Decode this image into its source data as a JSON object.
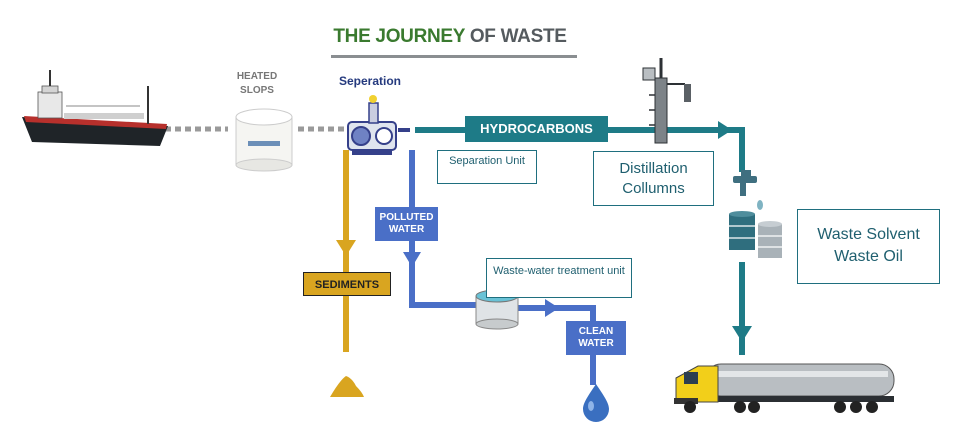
{
  "title": {
    "part1": "THE JOURNEY",
    "part2": "OF WASTE"
  },
  "labels": {
    "heated_slops": "HEATED SLOPS",
    "seperation": "Seperation",
    "hydrocarbons": "HYDROCARBONS",
    "separation_unit": "Separation Unit",
    "distillation_collumns": "Distillation Collumns",
    "polluted_water": "POLLUTED WATER",
    "sediments": "SEDIMENTS",
    "wastewater_treatment_unit": "Waste-water treatment unit",
    "clean_water": "CLEAN WATER",
    "waste_solvent": "Waste Solvent",
    "waste_oil": "Waste Oil"
  },
  "colors": {
    "title_green": "#3a7a2f",
    "title_gray": "#555b5f",
    "hydrocarbon_teal": "#1e7b87",
    "water_blue": "#4a6fc7",
    "sediment_yellow": "#d9a520",
    "dotted_gray": "#9a9a9a"
  },
  "icons": [
    "ship-icon",
    "tank-icon",
    "separator-icon",
    "distillation-column-icon",
    "tap-icon",
    "barrels-icon",
    "treatment-tank-icon",
    "sediment-pile-icon",
    "water-drop-icon",
    "tanker-truck-icon"
  ]
}
